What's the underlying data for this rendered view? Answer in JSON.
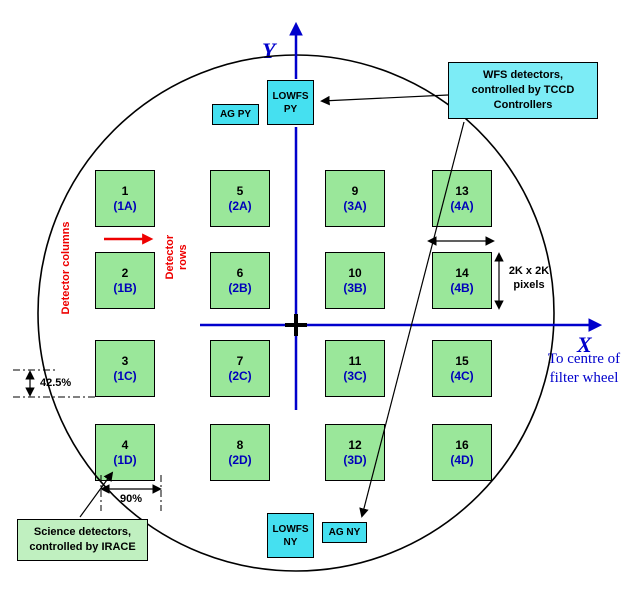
{
  "axes": {
    "x": "X",
    "y": "Y",
    "filter_wheel_note": "To centre of\nfilter wheel"
  },
  "detectors": [
    {
      "num": "1",
      "code": "(1A)"
    },
    {
      "num": "5",
      "code": "(2A)"
    },
    {
      "num": "9",
      "code": "(3A)"
    },
    {
      "num": "13",
      "code": "(4A)"
    },
    {
      "num": "2",
      "code": "(1B)"
    },
    {
      "num": "6",
      "code": "(2B)"
    },
    {
      "num": "10",
      "code": "(3B)"
    },
    {
      "num": "14",
      "code": "(4B)"
    },
    {
      "num": "3",
      "code": "(1C)"
    },
    {
      "num": "7",
      "code": "(2C)"
    },
    {
      "num": "11",
      "code": "(3C)"
    },
    {
      "num": "15",
      "code": "(4C)"
    },
    {
      "num": "4",
      "code": "(1D)"
    },
    {
      "num": "8",
      "code": "(2D)"
    },
    {
      "num": "12",
      "code": "(3D)"
    },
    {
      "num": "16",
      "code": "(4D)"
    }
  ],
  "wfs": {
    "ag_py": "AG PY",
    "lowfs_py": "LOWFS\nPY",
    "lowfs_ny": "LOWFS\nNY",
    "ag_ny": "AG NY"
  },
  "callouts": {
    "wfs_note": "WFS detectors,\ncontrolled by TCCD\nControllers",
    "science_note": "Science detectors,\ncontrolled by IRACE",
    "pixel_size": "2K x 2K\npixels",
    "detector_columns": "Detector columns",
    "detector_rows": "Detector\nrows",
    "row_gap_pct": "42.5%",
    "col_gap_pct": "90%"
  },
  "colors": {
    "detector_green": "#9ae79a",
    "wfs_cyan": "#45e0f0",
    "note_cyan": "#7cecf6",
    "note_green": "#c0f0c0",
    "axis_blue": "#0000cc",
    "annotation_red": "#ee0000"
  }
}
